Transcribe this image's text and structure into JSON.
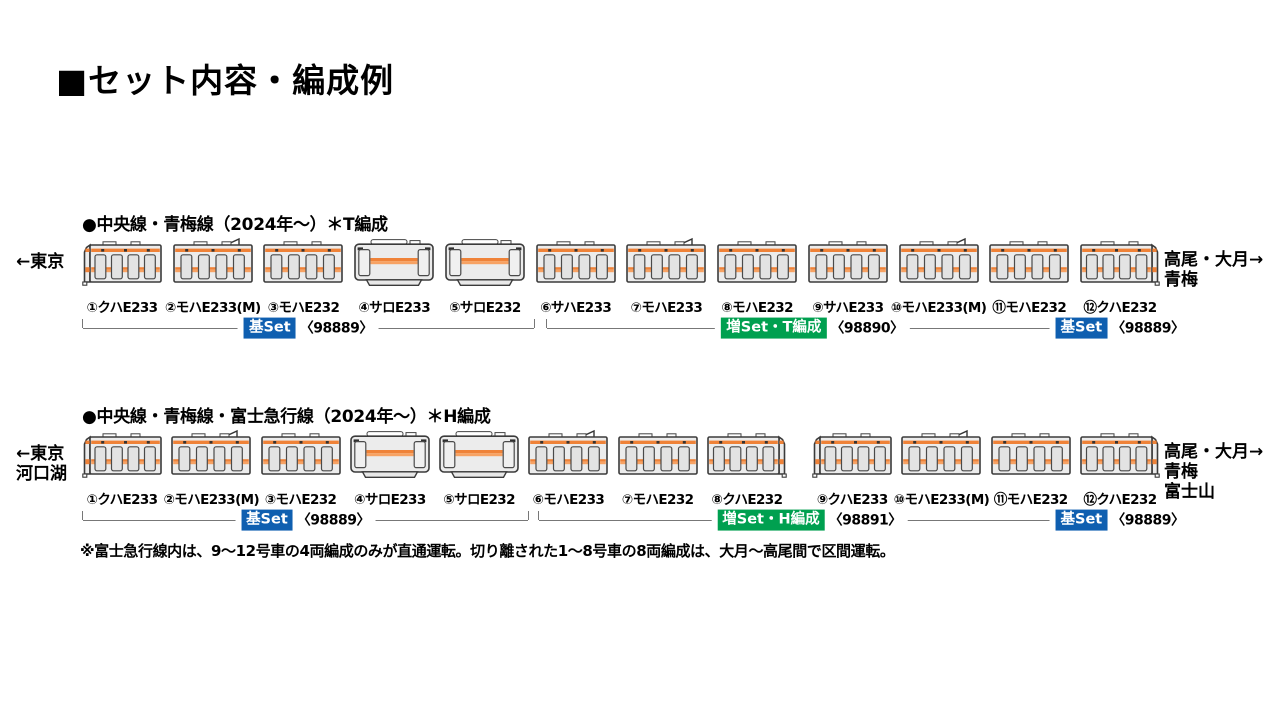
{
  "page": {
    "title": "■セット内容・編成例",
    "footnote": "※富士急行線内は、9～12号車の4両編成のみが直通運転。切り離された1～8号車の8両編成は、大月～高尾間で区間運転。"
  },
  "colors": {
    "base_badge": "#0f5fb0",
    "addon_badge": "#00a050",
    "stripe_orange": "#ef8238",
    "stripe_orange_light": "#f7a263",
    "body_gray": "#ececec",
    "door_gray": "#e3e3e3",
    "outline": "#3b3b3b",
    "bracket_line": "#777777"
  },
  "formations": [
    {
      "id": "T",
      "heading": "●中央線・青梅線（2024年～）＊T編成",
      "dest_left": [
        "←東京"
      ],
      "dest_right": [
        "高尾・大月→",
        "青梅"
      ],
      "split_after": 0,
      "cars": [
        {
          "label": "①クハE233",
          "type": "cab-left",
          "pantograph": false
        },
        {
          "label": "②モハE233(M)",
          "type": "normal",
          "pantograph": true
        },
        {
          "label": "③モハE232",
          "type": "normal",
          "pantograph": false
        },
        {
          "label": "④サロE233",
          "type": "bilevel",
          "pantograph": false
        },
        {
          "label": "⑤サロE232",
          "type": "bilevel",
          "pantograph": false
        },
        {
          "label": "⑥サハE233",
          "type": "normal",
          "pantograph": false
        },
        {
          "label": "⑦モハE233",
          "type": "normal",
          "pantograph": true
        },
        {
          "label": "⑧モハE232",
          "type": "normal",
          "pantograph": false
        },
        {
          "label": "⑨サハE233",
          "type": "normal",
          "pantograph": false
        },
        {
          "label": "⑩モハE233(M)",
          "type": "normal",
          "pantograph": true
        },
        {
          "label": "⑪モハE232",
          "type": "normal",
          "pantograph": false
        },
        {
          "label": "⑫クハE232",
          "type": "cab-right",
          "pantograph": false
        }
      ],
      "sets": [
        {
          "badge": "基Set",
          "style": "base",
          "code": "〈98889〉",
          "from": 1,
          "to": 5,
          "bracket": true
        },
        {
          "badge": "増Set・T編成",
          "style": "addon",
          "code": "〈98890〉",
          "from": 6,
          "to": 11,
          "bracket": true
        },
        {
          "badge": "基Set",
          "style": "base",
          "code": "〈98889〉",
          "from": 12,
          "to": 12,
          "bracket": false
        }
      ]
    },
    {
      "id": "H",
      "heading": "●中央線・青梅線・富士急行線（2024年～）＊H編成",
      "dest_left": [
        "←東京",
        "河口湖"
      ],
      "dest_right": [
        "高尾・大月→",
        "青梅",
        "富士山"
      ],
      "split_after": 8,
      "cars": [
        {
          "label": "①クハE233",
          "type": "cab-left",
          "pantograph": false
        },
        {
          "label": "②モハE233(M)",
          "type": "normal",
          "pantograph": true
        },
        {
          "label": "③モハE232",
          "type": "normal",
          "pantograph": false
        },
        {
          "label": "④サロE233",
          "type": "bilevel",
          "pantograph": false
        },
        {
          "label": "⑤サロE232",
          "type": "bilevel",
          "pantograph": false
        },
        {
          "label": "⑥モハE233",
          "type": "normal",
          "pantograph": true
        },
        {
          "label": "⑦モハE232",
          "type": "normal",
          "pantograph": false
        },
        {
          "label": "⑧クハE232",
          "type": "cab-right",
          "pantograph": false
        },
        {
          "label": "⑨クハE233",
          "type": "cab-left",
          "pantograph": false
        },
        {
          "label": "⑩モハE233(M)",
          "type": "normal",
          "pantograph": true
        },
        {
          "label": "⑪モハE232",
          "type": "normal",
          "pantograph": false
        },
        {
          "label": "⑫クハE232",
          "type": "cab-right",
          "pantograph": false
        }
      ],
      "sets": [
        {
          "badge": "基Set",
          "style": "base",
          "code": "〈98889〉",
          "from": 1,
          "to": 5,
          "bracket": true
        },
        {
          "badge": "増Set・H編成",
          "style": "addon",
          "code": "〈98891〉",
          "from": 6,
          "to": 11,
          "bracket": true
        },
        {
          "badge": "基Set",
          "style": "base",
          "code": "〈98889〉",
          "from": 12,
          "to": 12,
          "bracket": false
        }
      ]
    }
  ]
}
